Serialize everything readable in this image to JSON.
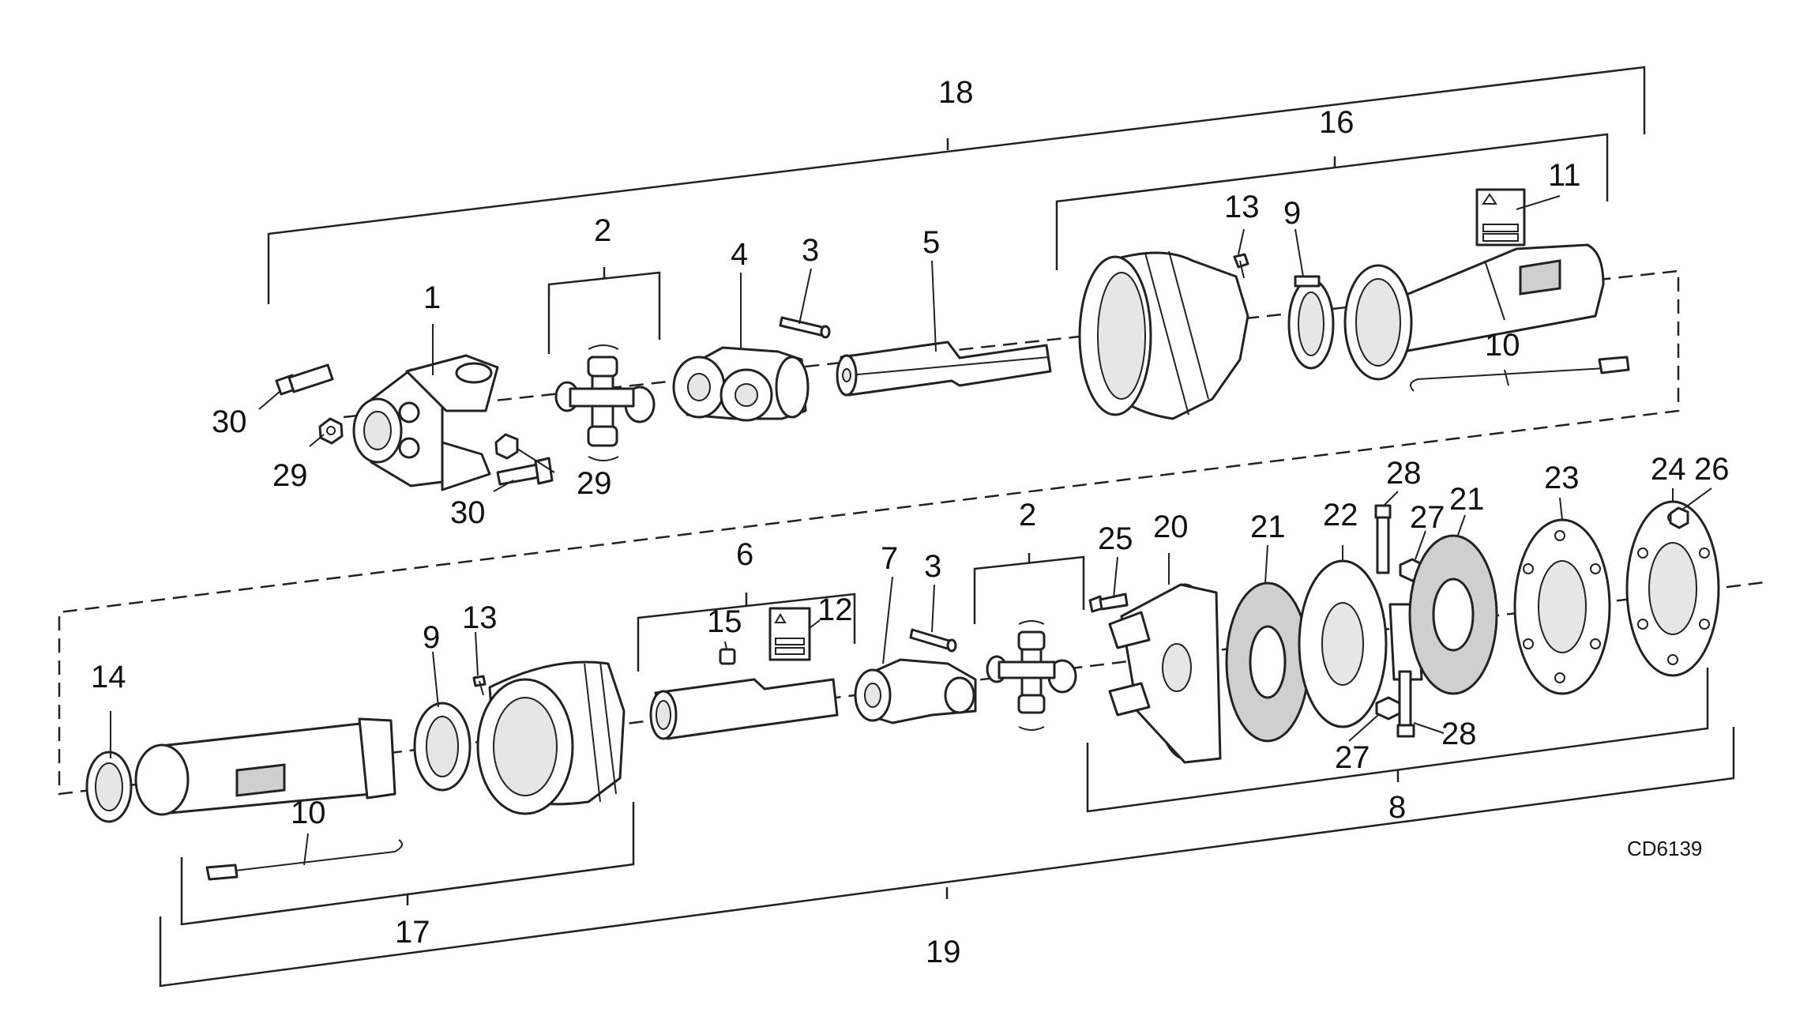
{
  "drawing_code": "CD6139",
  "labels": {
    "l1": "1",
    "l2a": "2",
    "l3a": "3",
    "l4": "4",
    "l5": "5",
    "l9a": "9",
    "l10a": "10",
    "l11": "11",
    "l13a": "13",
    "l16": "16",
    "l18": "18",
    "l29a": "29",
    "l29b": "29",
    "l30a": "30",
    "l30b": "30",
    "l2b": "2",
    "l3b": "3",
    "l6": "6",
    "l7": "7",
    "l8": "8",
    "l9b": "9",
    "l10b": "10",
    "l12": "12",
    "l13b": "13",
    "l14": "14",
    "l15": "15",
    "l17": "17",
    "l19": "19",
    "l20": "20",
    "l21a": "21",
    "l21b": "21",
    "l22": "22",
    "l23": "23",
    "l24": "24",
    "l25": "25",
    "l26": "26",
    "l27a": "27",
    "l27b": "27",
    "l28a": "28",
    "l28b": "28"
  }
}
